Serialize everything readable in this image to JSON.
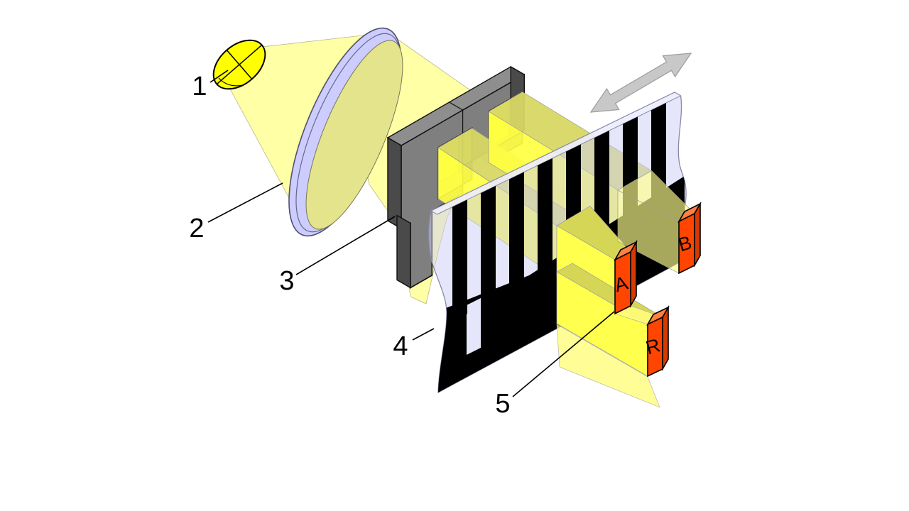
{
  "figure": {
    "type": "optical-encoder-principle-diagram"
  },
  "labels": {
    "light_source": "1",
    "lens": "2",
    "mask": "3",
    "scale": "4",
    "detectors": "5"
  },
  "detectors": [
    {
      "label": "A"
    },
    {
      "label": "B"
    },
    {
      "label": "R"
    }
  ],
  "colors": {
    "light": "#FFFF00",
    "pale": "#FFFFA6",
    "beam": "#FFFF42",
    "glass": "#CCCCFF",
    "glass2": "#CDCDF6",
    "mask": "#7F7F7F",
    "det": "#FF4500",
    "arrow": "#C8C8C8",
    "ink": "#000000"
  }
}
